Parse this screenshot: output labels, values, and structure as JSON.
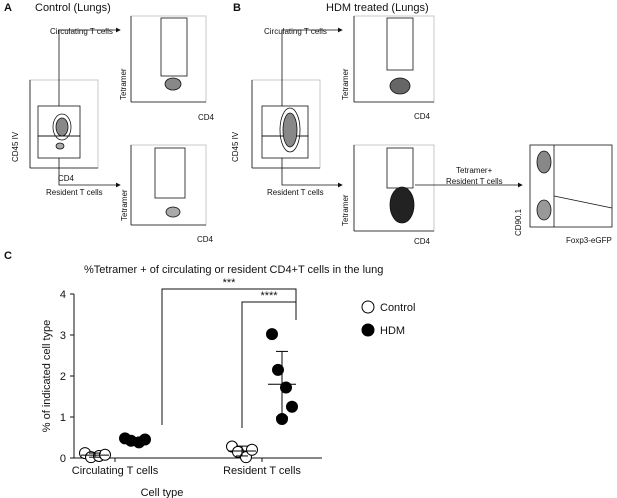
{
  "panels": {
    "A": {
      "letter": "A",
      "title": "Control (Lungs)"
    },
    "B": {
      "letter": "B",
      "title": "HDM treated (Lungs)"
    },
    "C": {
      "letter": "C",
      "title": "%Tetramer + of circulating or resident CD4+T cells in the lung"
    }
  },
  "flow_labels": {
    "circulating": "Circulating T cells",
    "resident": "Resident T cells",
    "tetramer": "Tetramer",
    "cd4": "CD4",
    "cd45iv": "CD45 IV",
    "tetramer_resident_line1": "Tetramer+",
    "tetramer_resident_line2": "Resident T cells",
    "cd90": "CD90.1",
    "foxp3": "Foxp3-eGFP"
  },
  "chart_data": {
    "type": "scatter",
    "title": "%Tetramer + of circulating or resident CD4+T cells in the lung",
    "xlabel": "Cell type",
    "ylabel": "% of indicated cell type",
    "categories": [
      "Circulating T cells",
      "Resident T cells"
    ],
    "ylim": [
      0,
      4
    ],
    "yticks": [
      0,
      1,
      2,
      3,
      4
    ],
    "series": [
      {
        "name": "Control",
        "marker": "open",
        "color": "#000000",
        "points": [
          [
            0,
            0.12
          ],
          [
            0,
            0.02
          ],
          [
            0,
            0.05
          ],
          [
            0,
            0.08
          ]
        ],
        "pointsB": [
          [
            1,
            0.28
          ],
          [
            1,
            0.15
          ],
          [
            1,
            0.02
          ],
          [
            1,
            0.2
          ]
        ],
        "mean": [
          0.07,
          0.17
        ],
        "sd": [
          0.05,
          0.12
        ]
      },
      {
        "name": "HDM",
        "marker": "filled",
        "color": "#000000",
        "points": [
          [
            0,
            0.48
          ],
          [
            0,
            0.42
          ],
          [
            0,
            0.38
          ],
          [
            0,
            0.45
          ]
        ],
        "pointsB": [
          [
            1,
            3.02
          ],
          [
            1,
            2.15
          ],
          [
            1,
            1.72
          ],
          [
            1,
            1.25
          ],
          [
            1,
            0.95
          ]
        ],
        "mean": [
          0.42,
          1.8
        ],
        "sd": [
          0.06,
          0.8
        ]
      }
    ],
    "significance": [
      {
        "label": "***",
        "between": "Circulating HDM vs Resident HDM"
      },
      {
        "label": "****",
        "between": "Resident Control vs Resident HDM"
      }
    ],
    "legend": [
      "Control",
      "HDM"
    ],
    "legend_position": "right"
  }
}
